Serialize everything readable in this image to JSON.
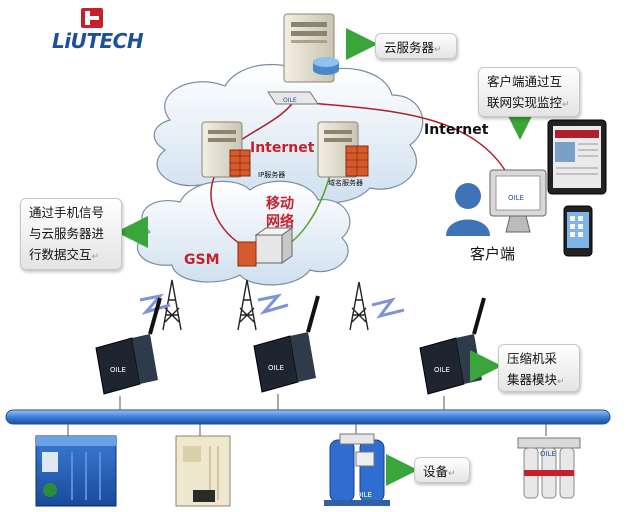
{
  "brand": {
    "logo_text": "LiUTECH"
  },
  "labels": {
    "cloud_server": "云服务器",
    "client_monitoring_1": "客户端通过互",
    "client_monitoring_2": "联网实现监控",
    "internet_top": "Internet",
    "internet_right": "Internet",
    "ip_server": "IP服务器",
    "domain_server": "域名服务器",
    "mobile_1": "移动",
    "mobile_2": "网络",
    "gsm": "GSM",
    "sms_1": "通过手机信号",
    "sms_2": "与云服务器进",
    "sms_3": "行数据交互",
    "client": "客户端",
    "collector_1": "压缩机采",
    "collector_2": "集器模块",
    "equipment": "设备",
    "device_tag": "OILE",
    "return_mark": "↵"
  },
  "colors": {
    "internet_red": "#c8202b",
    "mobile_red": "#c8202b",
    "bus_blue": "#3d7fd8",
    "link_red": "#b0202a",
    "link_green": "#5aa02c",
    "arrow_green": "#3aa53a"
  }
}
